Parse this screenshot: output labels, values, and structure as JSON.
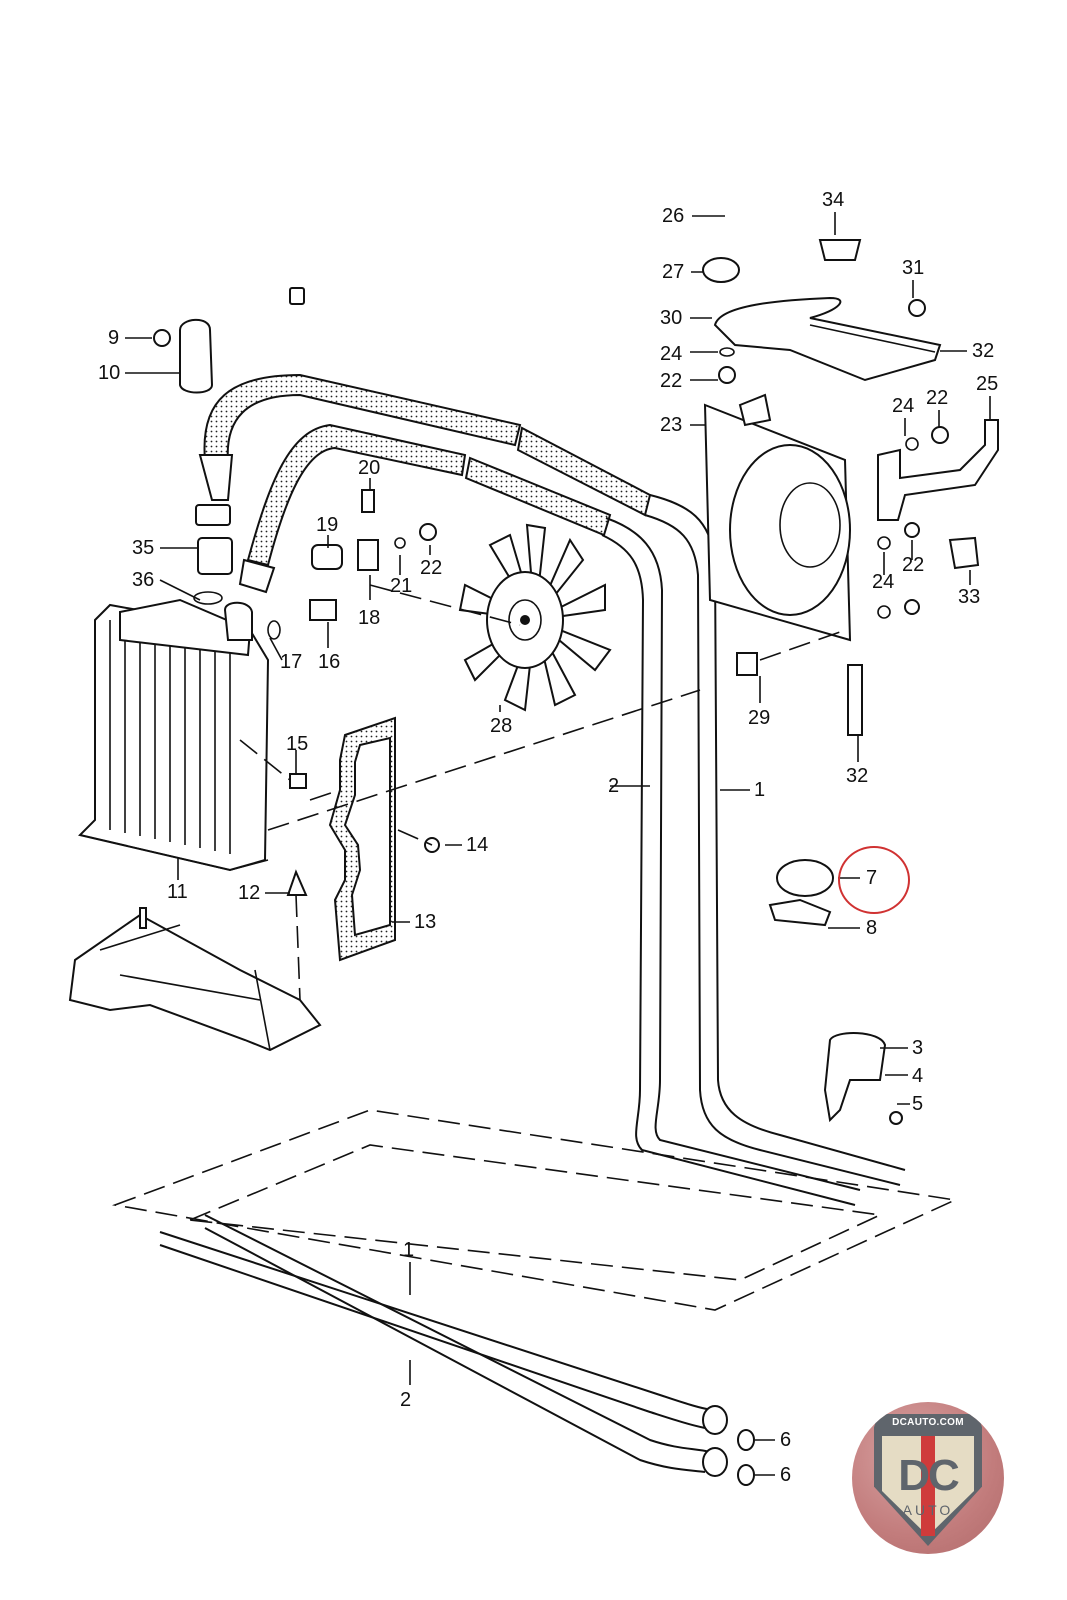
{
  "diagram": {
    "title": "Oil cooler / radiator assembly exploded parts diagram",
    "highlight_color": "#d03232",
    "highlighted_part": "7",
    "callouts": [
      {
        "id": "c26",
        "text": "26"
      },
      {
        "id": "c34",
        "text": "34"
      },
      {
        "id": "c27",
        "text": "27"
      },
      {
        "id": "c31",
        "text": "31"
      },
      {
        "id": "c30",
        "text": "30"
      },
      {
        "id": "c32a",
        "text": "32"
      },
      {
        "id": "c24a",
        "text": "24"
      },
      {
        "id": "c22a",
        "text": "22"
      },
      {
        "id": "c25",
        "text": "25"
      },
      {
        "id": "c24b",
        "text": "24"
      },
      {
        "id": "c22b",
        "text": "22"
      },
      {
        "id": "c23",
        "text": "23"
      },
      {
        "id": "c9",
        "text": "9"
      },
      {
        "id": "c10",
        "text": "10"
      },
      {
        "id": "c20",
        "text": "20"
      },
      {
        "id": "c19",
        "text": "19"
      },
      {
        "id": "c35",
        "text": "35"
      },
      {
        "id": "c36",
        "text": "36"
      },
      {
        "id": "c21",
        "text": "21"
      },
      {
        "id": "c22c",
        "text": "22"
      },
      {
        "id": "c18",
        "text": "18"
      },
      {
        "id": "c17",
        "text": "17"
      },
      {
        "id": "c16",
        "text": "16"
      },
      {
        "id": "c22d",
        "text": "22"
      },
      {
        "id": "c24c",
        "text": "24"
      },
      {
        "id": "c33",
        "text": "33"
      },
      {
        "id": "c28",
        "text": "28"
      },
      {
        "id": "c29",
        "text": "29"
      },
      {
        "id": "c32b",
        "text": "32"
      },
      {
        "id": "c15",
        "text": "15"
      },
      {
        "id": "c2a",
        "text": "2"
      },
      {
        "id": "c1a",
        "text": "1"
      },
      {
        "id": "c14",
        "text": "14"
      },
      {
        "id": "c7",
        "text": "7"
      },
      {
        "id": "c11",
        "text": "11"
      },
      {
        "id": "c12",
        "text": "12"
      },
      {
        "id": "c8",
        "text": "8"
      },
      {
        "id": "c13",
        "text": "13"
      },
      {
        "id": "c3",
        "text": "3"
      },
      {
        "id": "c4",
        "text": "4"
      },
      {
        "id": "c5",
        "text": "5"
      },
      {
        "id": "c1b",
        "text": "1"
      },
      {
        "id": "c2b",
        "text": "2"
      },
      {
        "id": "c6a",
        "text": "6"
      },
      {
        "id": "c6b",
        "text": "6"
      }
    ]
  },
  "logo": {
    "url_text": "DCAUTO.COM",
    "mark": "DC",
    "subtitle": "AUTO",
    "colors": {
      "shield": "#5f656c",
      "inner": "#e5dcc4",
      "stripe": "#cf3b3b",
      "background": "#c27c7c"
    }
  }
}
